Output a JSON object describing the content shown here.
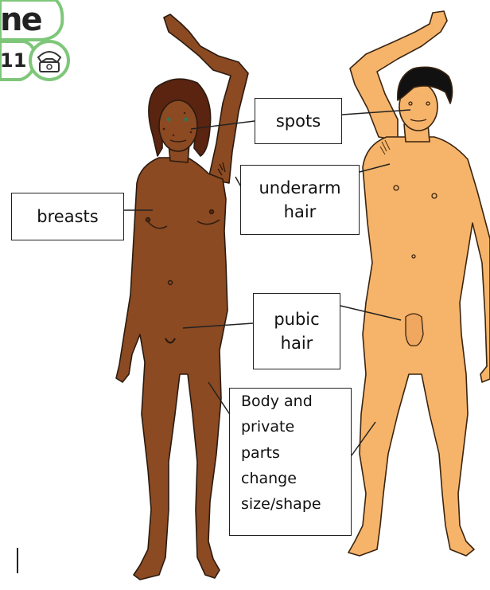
{
  "logo": {
    "word": "ne",
    "number": "11",
    "brand_color": "#7ec77a",
    "icon": "telephone-icon"
  },
  "labels": {
    "spots": "spots",
    "underarm_hair": [
      "underarm",
      "hair"
    ],
    "breasts": "breasts",
    "pubic_hair": [
      "pubic",
      "hair"
    ],
    "body_change": [
      "Body and",
      "private",
      "parts",
      "change",
      "size/shape"
    ]
  },
  "colors": {
    "female_skin": "#8b4a22",
    "female_hair": "#5a2410",
    "male_skin": "#f6b46a",
    "male_hair": "#111111",
    "outline": "#2a1a10",
    "leader_line": "#222222"
  }
}
